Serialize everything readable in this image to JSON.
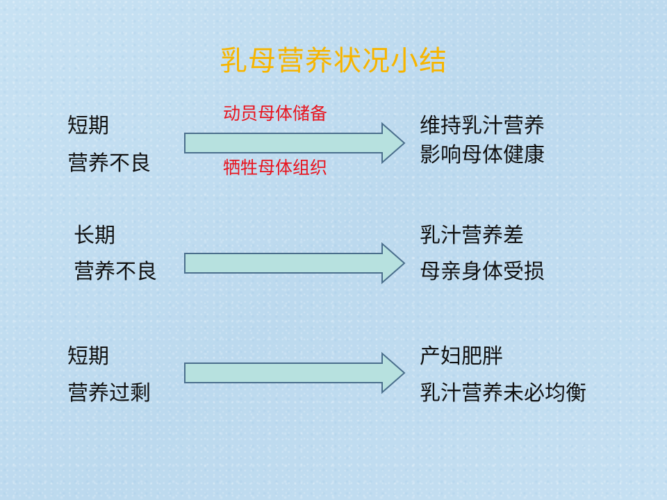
{
  "title": "乳母营养状况小结",
  "colors": {
    "title": "#f7b500",
    "body_text": "#111111",
    "note_text": "#e8141e",
    "arrow_fill": "#b7e1df",
    "arrow_stroke": "#4a6e8c"
  },
  "rows": [
    {
      "left": [
        "短期",
        "营养不良"
      ],
      "note_top": "动员母体储备",
      "note_bottom": "牺牲母体组织",
      "right": [
        "维持乳汁营养",
        "影响母体健康"
      ]
    },
    {
      "left": [
        "长期",
        "营养不良"
      ],
      "right": [
        "乳汁营养差",
        "母亲身体受损"
      ]
    },
    {
      "left": [
        "短期",
        "营养过剩"
      ],
      "right": [
        "产妇肥胖",
        "乳汁营养未必均衡"
      ]
    }
  ]
}
